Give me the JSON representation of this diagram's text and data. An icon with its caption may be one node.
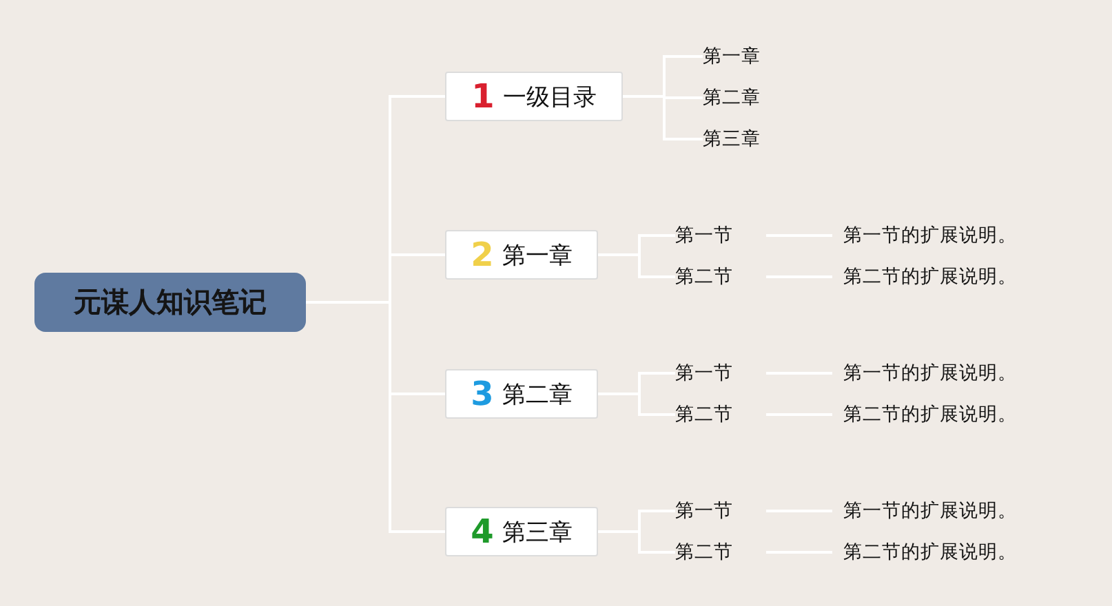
{
  "diagram": {
    "nodes": [
      {
        "text": [
          "元谋人知识笔记"
        ]
      },
      {
        "text": [
          "1",
          "一级目录"
        ]
      },
      {
        "text": [
          "第一章"
        ]
      },
      {
        "text": [
          "第二章"
        ]
      },
      {
        "text": [
          "第三章"
        ]
      },
      {
        "text": [
          "2",
          "第一章"
        ]
      },
      {
        "text": [
          "第一节"
        ]
      },
      {
        "text": [
          "第一节的扩展说明。"
        ]
      },
      {
        "text": [
          "第二节"
        ]
      },
      {
        "text": [
          "第二节的扩展说明。"
        ]
      },
      {
        "text": [
          "3",
          "第二章"
        ]
      },
      {
        "text": [
          "第一节"
        ]
      },
      {
        "text": [
          "第一节的扩展说明。"
        ]
      },
      {
        "text": [
          "第二节"
        ]
      },
      {
        "text": [
          "第二节的扩展说明。"
        ]
      },
      {
        "text": [
          "4",
          "第三章"
        ]
      },
      {
        "text": [
          "第一节"
        ]
      },
      {
        "text": [
          "第一节的扩展说明。"
        ]
      },
      {
        "text": [
          "第二节"
        ]
      },
      {
        "text": [
          "第二节的扩展说明。"
        ]
      }
    ],
    "edges": [
      {
        "from": 0,
        "to": 1,
        "arrow": "none"
      },
      {
        "from": 0,
        "to": 5,
        "arrow": "none"
      },
      {
        "from": 0,
        "to": 10,
        "arrow": "none"
      },
      {
        "from": 0,
        "to": 15,
        "arrow": "none"
      },
      {
        "from": 1,
        "to": 2,
        "arrow": "none"
      },
      {
        "from": 1,
        "to": 3,
        "arrow": "none"
      },
      {
        "from": 1,
        "to": 4,
        "arrow": "none"
      },
      {
        "from": 5,
        "to": 6,
        "arrow": "none"
      },
      {
        "from": 5,
        "to": 8,
        "arrow": "none"
      },
      {
        "from": 6,
        "to": 7,
        "arrow": "none"
      },
      {
        "from": 8,
        "to": 9,
        "arrow": "none"
      },
      {
        "from": 10,
        "to": 11,
        "arrow": "none"
      },
      {
        "from": 10,
        "to": 13,
        "arrow": "none"
      },
      {
        "from": 11,
        "to": 12,
        "arrow": "none"
      },
      {
        "from": 13,
        "to": 14,
        "arrow": "none"
      },
      {
        "from": 15,
        "to": 16,
        "arrow": "none"
      },
      {
        "from": 15,
        "to": 18,
        "arrow": "none"
      },
      {
        "from": 16,
        "to": 17,
        "arrow": "none"
      },
      {
        "from": 18,
        "to": 19,
        "arrow": "none"
      }
    ]
  }
}
